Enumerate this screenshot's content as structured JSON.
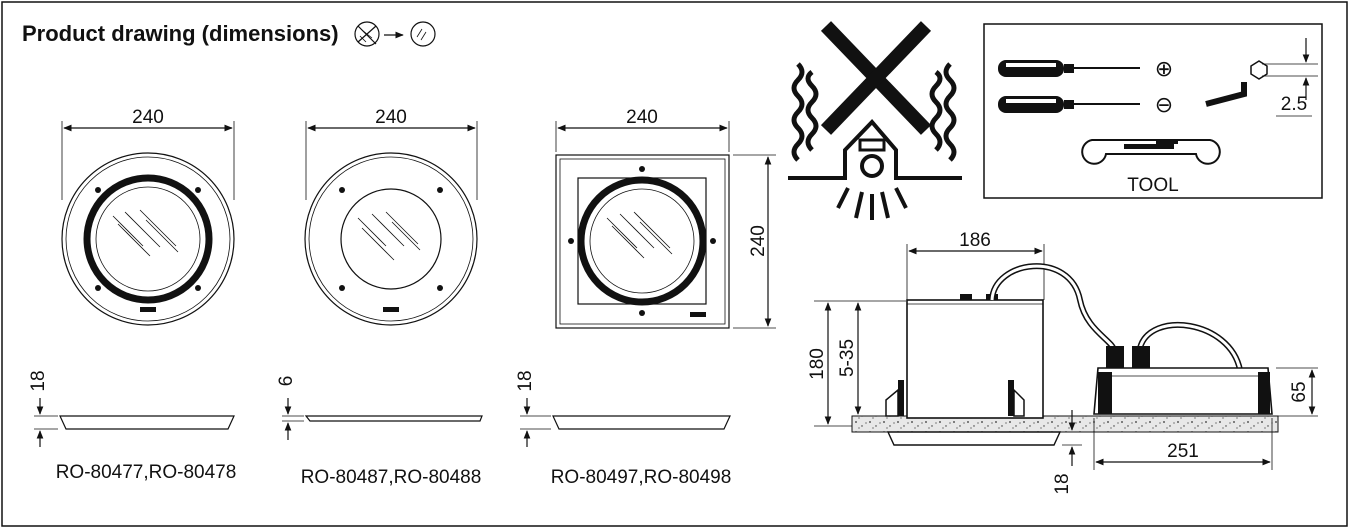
{
  "header": {
    "title": "Product drawing (dimensions)"
  },
  "models": [
    {
      "label": "RO-80477,RO-80478",
      "width": "240",
      "thickness": "18",
      "shape": "round"
    },
    {
      "label": "RO-80487,RO-80488",
      "width": "240",
      "thickness": "6",
      "shape": "round-flat"
    },
    {
      "label": "RO-80497,RO-80498",
      "width": "240",
      "height": "240",
      "thickness": "18",
      "shape": "square"
    }
  ],
  "tool_box": {
    "label": "TOOL",
    "hex_size": "2.5",
    "phillips_symbol": "⊕",
    "flat_symbol": "⊖"
  },
  "side_view": {
    "housing_width": "186",
    "total_height": "180",
    "depth_range": "5-35",
    "box_height": "65",
    "box_width": "251",
    "rim_thickness": "18"
  },
  "icons": [
    "screwdriver-to-glass-icon",
    "no-insulation-cover-icon",
    "screwdriver-icon",
    "hex-key-icon",
    "wrench-icon"
  ]
}
